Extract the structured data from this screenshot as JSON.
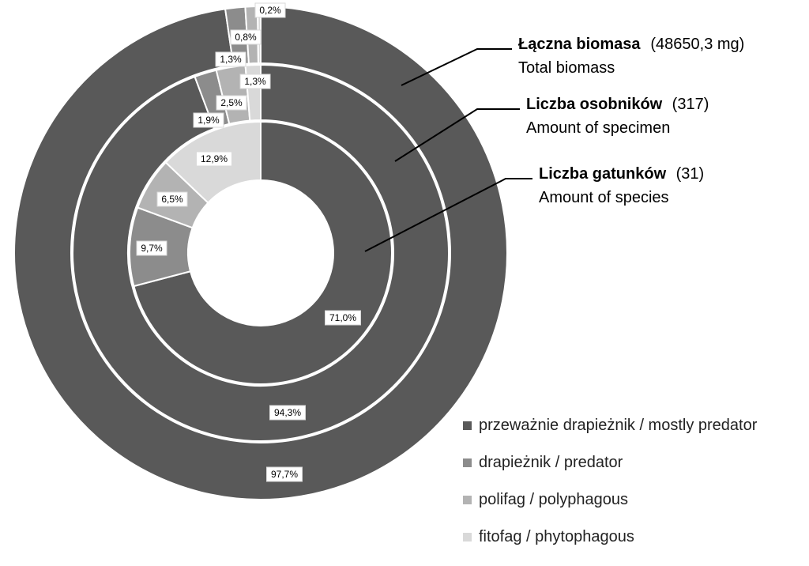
{
  "chart_data": {
    "type": "donut",
    "categories": [
      "przeważnie drapieżnik / mostly predator",
      "drapieżnik / predator",
      "polifag / polyphagous",
      "fitofag / phytophagous"
    ],
    "colors": [
      "#595959",
      "#8c8c8c",
      "#b3b3b3",
      "#d9d9d9"
    ],
    "series": [
      {
        "title": "Liczba gatunków",
        "count": "(31)",
        "subtitle": "Amount of species",
        "values": [
          71.0,
          9.7,
          6.5,
          12.9
        ],
        "labels": [
          "71,0%",
          "9,7%",
          "6,5%",
          "12,9%"
        ]
      },
      {
        "title": "Liczba osobników",
        "count": "(317)",
        "subtitle": "Amount of specimen",
        "values": [
          94.3,
          1.9,
          2.5,
          1.3
        ],
        "labels": [
          "94,3%",
          "1,9%",
          "2,5%",
          "1,3%"
        ]
      },
      {
        "title": "Łączna biomasa",
        "count": "(48650,3 mg)",
        "subtitle": "Total biomass",
        "values": [
          97.7,
          1.3,
          0.8,
          0.2
        ],
        "labels": [
          "97,7%",
          "1,3%",
          "0,8%",
          "0,2%"
        ]
      }
    ]
  }
}
